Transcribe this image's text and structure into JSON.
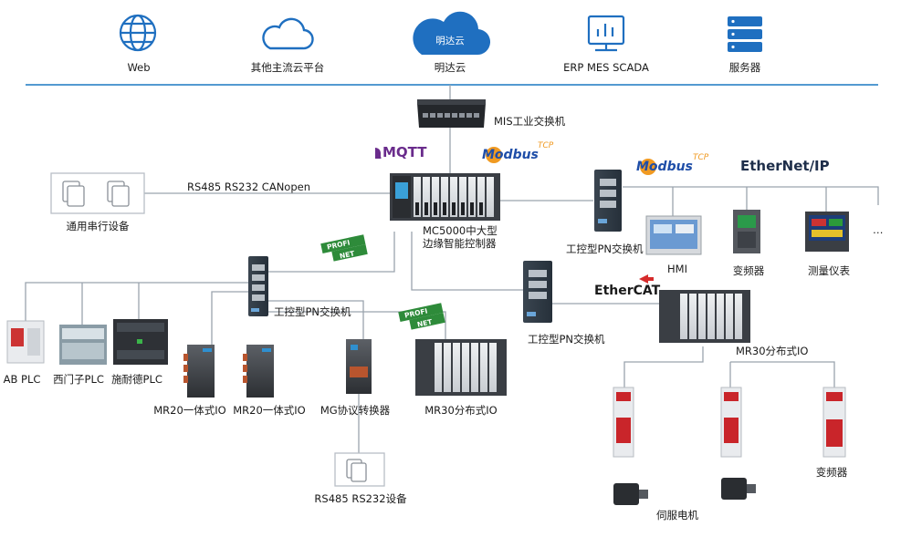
{
  "colors": {
    "line": "#9aa3ad",
    "cloud_line": "#1a78c2",
    "icon_blue": "#1f6fc0",
    "mqtt": "#6a2c8c",
    "modbus_orange": "#f09a22",
    "modbus_blue": "#1f4ea8",
    "profinet_green": "#2e8b3a",
    "ethernetip_dark": "#1e2e4a",
    "ethercat_red": "#d62b2b"
  },
  "cloud": {
    "items": [
      {
        "label": "Web",
        "icon": "globe-icon"
      },
      {
        "label": "其他主流云平台",
        "icon": "cloud-icon"
      },
      {
        "label": "明达云",
        "icon": "cloud-filled-icon",
        "badge": "明达云"
      },
      {
        "label": "ERP MES SCADA",
        "icon": "monitor-chart-icon"
      },
      {
        "label": "服务器",
        "icon": "server-icon"
      }
    ]
  },
  "protocols": {
    "mqtt": "MQTT",
    "modbus": "Modbus",
    "tcp": "TCP",
    "ethernetip": "EtherNet/IP",
    "ethercat": "EtherCAT",
    "profi": "PROFI",
    "net": "NET"
  },
  "labels": {
    "mis_switch": "MIS工业交换机",
    "controller_line1": "MC5000中大型",
    "controller_line2": "边缘智能控制器",
    "serial_link": "RS485 RS232 CANopen",
    "serial_device": "通用串行设备",
    "pn_switch_left": "工控型PN交换机",
    "pn_switch_mid": "工控型PN交换机",
    "pn_switch_right": "工控型PN交换机",
    "ab_plc": "AB PLC",
    "siemens_plc": "西门子PLC",
    "schneider_plc": "施耐德PLC",
    "mr20_a": "MR20一体式IO",
    "mr20_b": "MR20一体式IO",
    "mg_converter": "MG协议转换器",
    "mr30_left": "MR30分布式IO",
    "rs_device": "RS485 RS232设备",
    "hmi": "HMI",
    "vfd_top": "变频器",
    "meter": "测量仪表",
    "ellipsis": "…",
    "mr30_right": "MR30分布式IO",
    "servo": "伺服电机",
    "vfd_bottom": "变频器"
  }
}
